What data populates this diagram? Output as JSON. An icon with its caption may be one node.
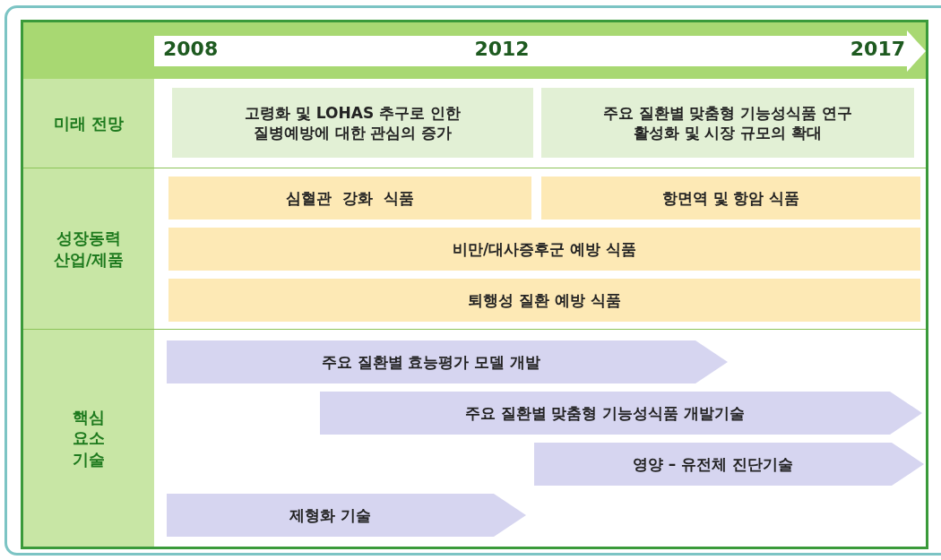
{
  "diagram": {
    "nodes": [
      {
        "text": [
          "미래 전망"
        ]
      },
      {
        "text": [
          "고령화 및 LOHAS 추구로 인한 질병예방에 대한 관심의 증가"
        ]
      },
      {
        "text": [
          "주요 질환별 맞춤형 기능성식품 연구 활성화 및 시장 규모의 확대"
        ]
      },
      {
        "text": [
          "성장동력 산업/제품"
        ]
      },
      {
        "text": [
          "심혈관  강화  식품"
        ]
      },
      {
        "text": [
          "항면역 및 항암 식품"
        ]
      },
      {
        "text": [
          "비만/대사증후군 예방 식품"
        ]
      },
      {
        "text": [
          "퇴행성 질환 예방 식품"
        ]
      },
      {
        "text": [
          "핵심 요소 기술"
        ]
      },
      {
        "text": [
          "주요 질환별 효능평가 모델 개발"
        ]
      },
      {
        "text": [
          "주요 질환별 맞춤형 기능성식품 개발기술"
        ]
      },
      {
        "text": [
          "영양 – 유전체 진단기술"
        ]
      },
      {
        "text": [
          "제형화 기술"
        ]
      }
    ],
    "labels": [
      "2008",
      "2012",
      "2017"
    ]
  }
}
